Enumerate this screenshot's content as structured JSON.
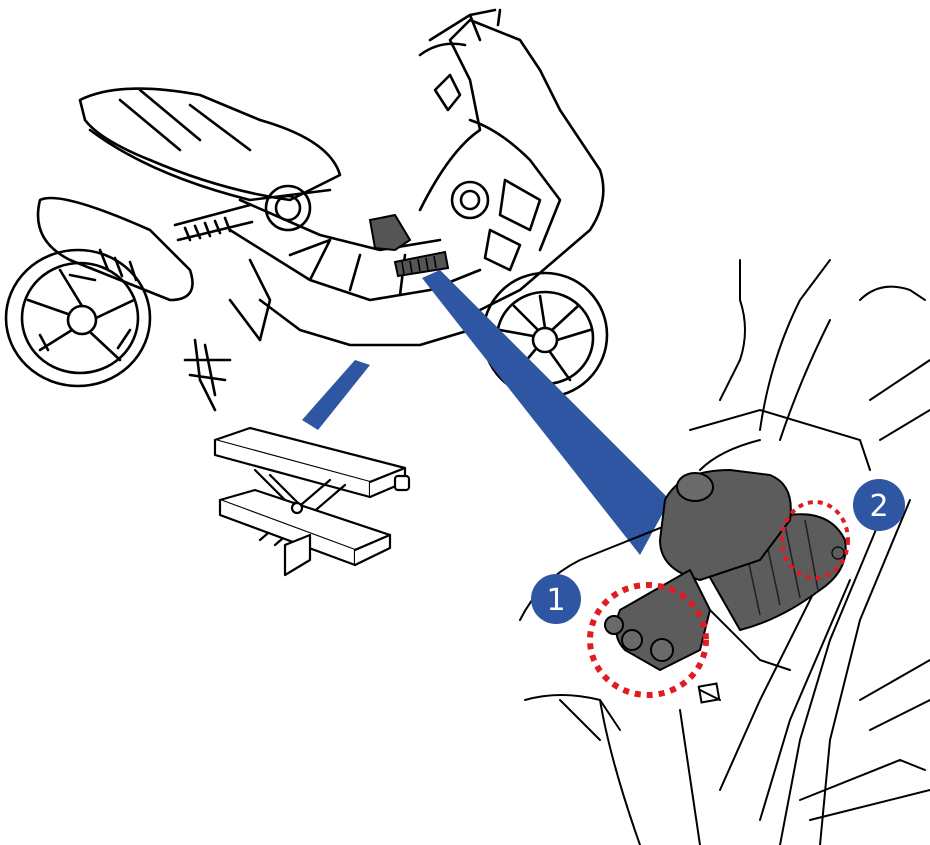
{
  "callouts": [
    {
      "number": "1"
    },
    {
      "number": "2"
    }
  ],
  "colors": {
    "line": "#000000",
    "pointer": "#2f56a2",
    "callout_fill": "#2f56a2",
    "highlight_ring": "#e01b22",
    "part_fill": "#5c5c5c",
    "background": "#ffffff"
  },
  "icons": [
    "scooter-illustration",
    "lift-jack-illustration",
    "shock-absorber-detail"
  ]
}
